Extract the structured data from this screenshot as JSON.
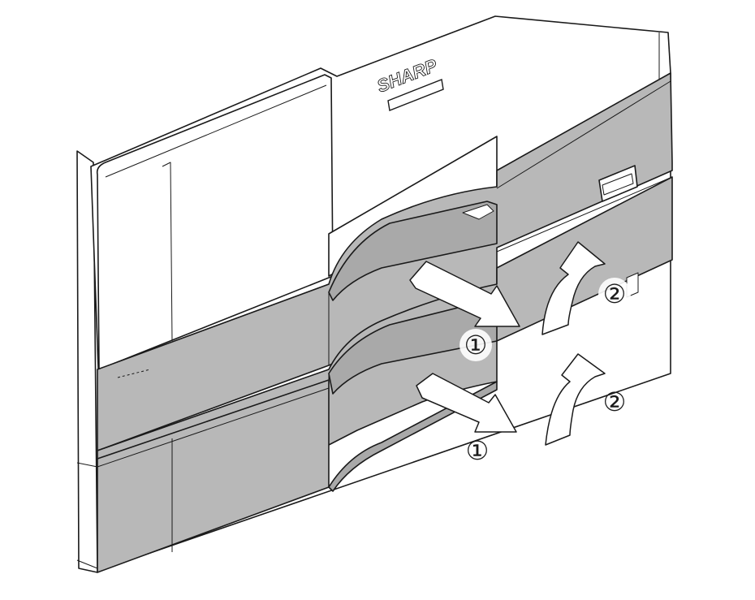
{
  "brand": {
    "name": "SHARP"
  },
  "steps": {
    "upper_pull": "①",
    "upper_lift": "②",
    "lower_pull": "①",
    "lower_lift": "②"
  },
  "colors": {
    "cabinet": "#ffffff",
    "tray": "#b8b8b8",
    "tray_dark": "#a9a9a9",
    "outline": "#1a1a1a",
    "arrow": "#ffffff"
  },
  "icons": {
    "pull_arrow": "pull-out-arrow-icon",
    "lift_arrow": "lift-up-arrow-icon"
  }
}
